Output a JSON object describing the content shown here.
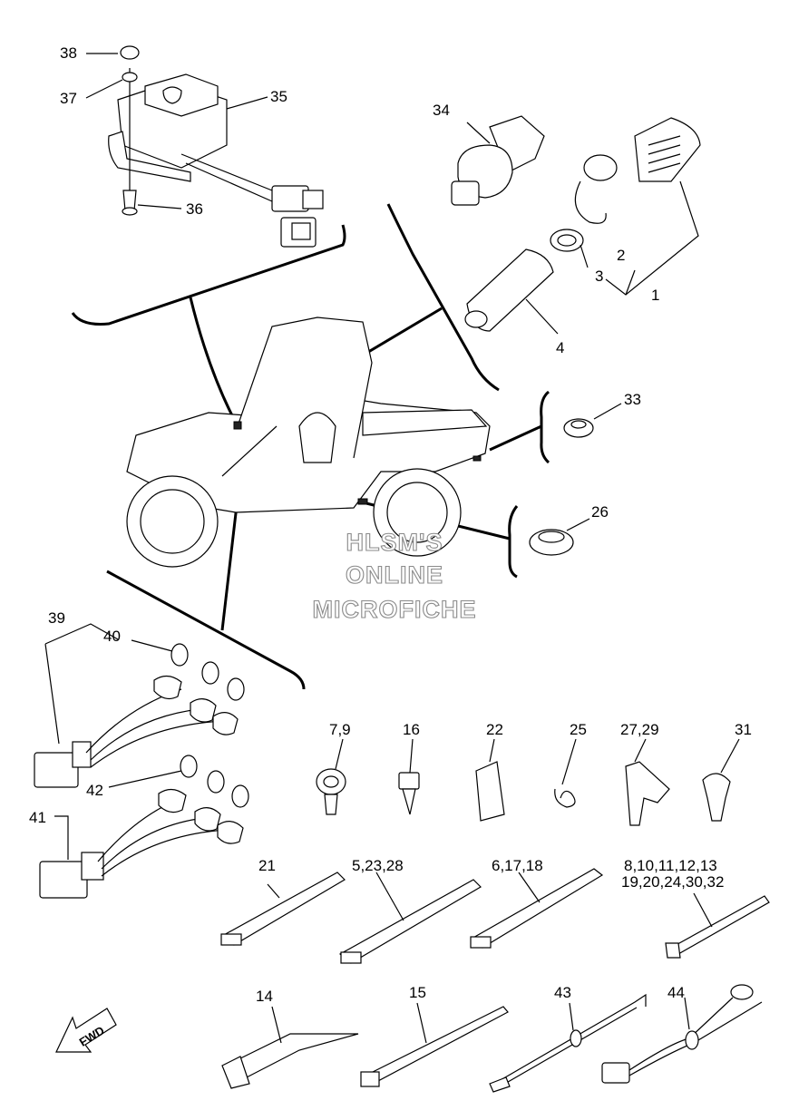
{
  "callouts": {
    "c38": "38",
    "c37": "37",
    "c35": "35",
    "c36": "36",
    "c34": "34",
    "c2": "2",
    "c3": "3",
    "c1": "1",
    "c4": "4",
    "c33": "33",
    "c26": "26",
    "c39": "39",
    "c40": "40",
    "c42": "42",
    "c41": "41",
    "c7_9": "7,9",
    "c16": "16",
    "c22": "22",
    "c25": "25",
    "c27_29": "27,29",
    "c31": "31",
    "c21": "21",
    "c5_23_28": "5,23,28",
    "c6_17_18": "6,17,18",
    "c8_13": "8,10,11,12,13",
    "c19_32": "19,20,24,30,32",
    "c14": "14",
    "c15": "15",
    "c43": "43",
    "c44": "44"
  },
  "watermark": {
    "line1": "HLSM'S",
    "line2": "ONLINE",
    "line3": "MICROFICHE"
  },
  "fwd_label": "FWD"
}
